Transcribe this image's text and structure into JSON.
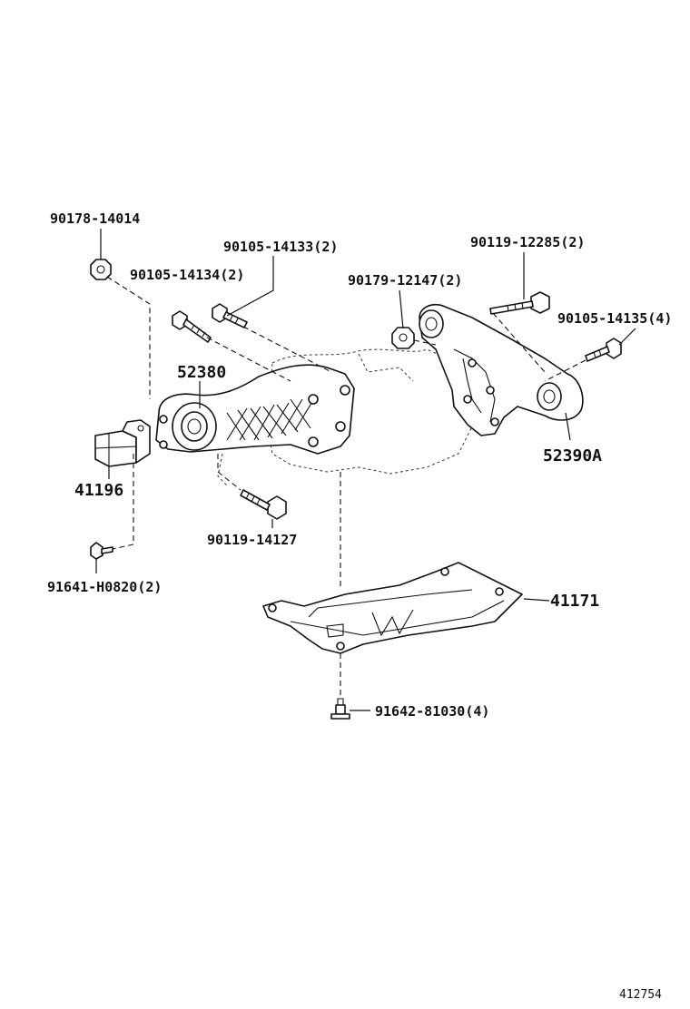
{
  "labels": {
    "p90178_14014": "90178-14014",
    "p90105_14133": "90105-14133(2)",
    "p90105_14134": "90105-14134(2)",
    "p90179_12147": "90179-12147(2)",
    "p90119_12285": "90119-12285(2)",
    "p90105_14135": "90105-14135(4)",
    "p52380": "52380",
    "p52390A": "52390A",
    "p41196": "41196",
    "p90119_14127": "90119-14127",
    "p91641_H0820": "91641-H0820(2)",
    "p41171": "41171",
    "p91642_81030": "91642-81030(4)"
  },
  "figure_id": "412754"
}
